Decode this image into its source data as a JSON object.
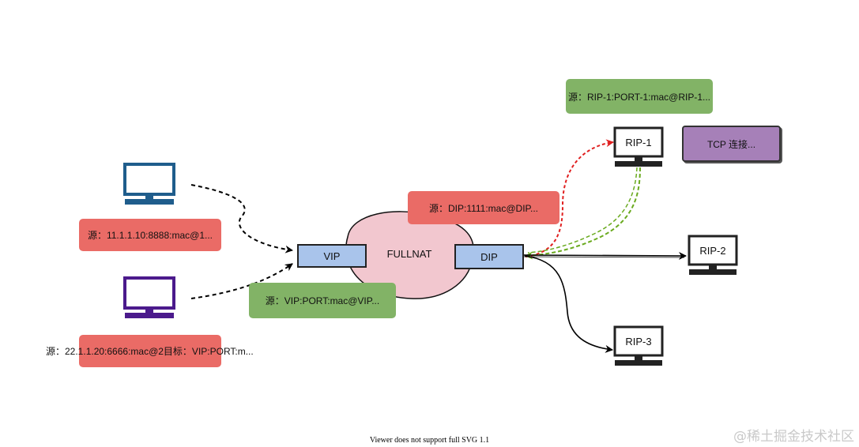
{
  "nodes": {
    "fullnat": "FULLNAT",
    "vip": "VIP",
    "dip": "DIP",
    "rip1": "RIP-1",
    "rip2": "RIP-2",
    "rip3": "RIP-3"
  },
  "labels": {
    "client1_src": "源：11.1.1.10:8888:mac@1...",
    "client2_src": "源：22.1.1.20:6666:mac@2目标：VIP:PORT:m...",
    "vip_src": "源：VIP:PORT:mac@VIP...",
    "dip_src": "源：DIP:1111:mac@DIP...",
    "rip1_src": "源：RIP-1:PORT-1:mac@RIP-1...",
    "tcp": "TCP 连接..."
  },
  "colors": {
    "red_box": "#ea6b66",
    "green_box": "#82b366",
    "purple_box": "#a680b8",
    "port_fill": "#a9c4eb",
    "ellipse_fill": "#f2c7cf",
    "client1_monitor": "#1f5d8c",
    "client2_monitor": "#4b1a8c",
    "server_monitor": "#222222",
    "red_arrow": "#e02020",
    "green_arrow": "#6aaa1f"
  },
  "icons": {
    "client1": "desktop-computer-icon",
    "client2": "desktop-computer-icon",
    "servers": "desktop-computer-icon"
  },
  "footer": "Viewer does not support full SVG 1.1",
  "watermark": "@稀土掘金技术社区"
}
